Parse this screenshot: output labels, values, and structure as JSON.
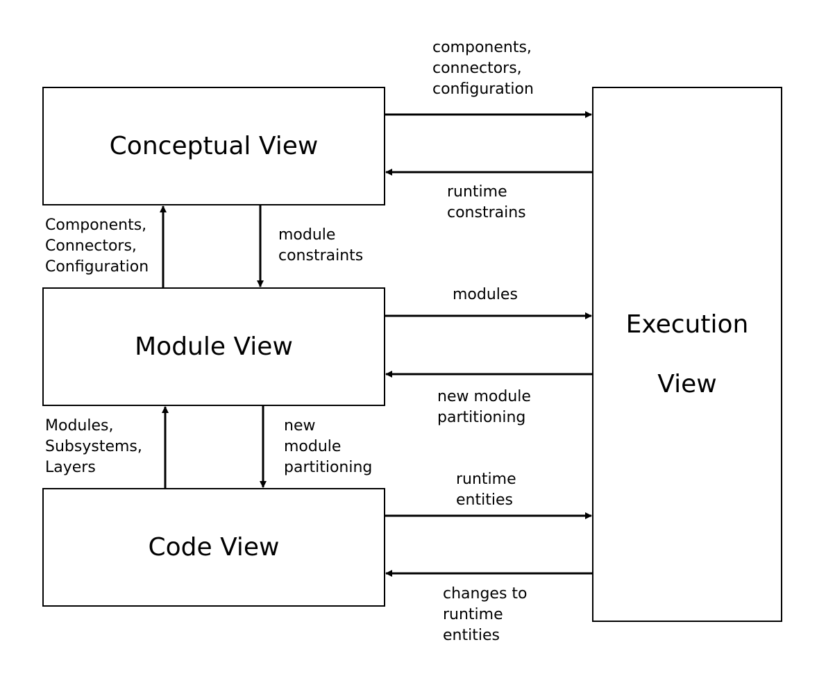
{
  "boxes": {
    "conceptual": "Conceptual View",
    "module": "Module View",
    "code": "Code View",
    "execution_line1": "Execution",
    "execution_line2": "View"
  },
  "labels": {
    "conceptual_to_execution": [
      "components,",
      "connectors,",
      "configuration"
    ],
    "execution_to_conceptual": [
      "runtime",
      "constrains"
    ],
    "module_to_conceptual": [
      "Components,",
      "Connectors,",
      "Configuration"
    ],
    "conceptual_to_module": [
      "module",
      "constraints"
    ],
    "module_to_execution": [
      "modules"
    ],
    "execution_to_module": [
      "new module",
      "partitioning"
    ],
    "code_to_module": [
      "Modules,",
      "Subsystems,",
      "Layers"
    ],
    "module_to_code": [
      "new",
      "module",
      "partitioning"
    ],
    "code_to_execution": [
      "runtime",
      "entities"
    ],
    "execution_to_code": [
      "changes to",
      "runtime",
      "entities"
    ]
  },
  "colors": {
    "stroke": "#000000",
    "background": "#ffffff"
  }
}
